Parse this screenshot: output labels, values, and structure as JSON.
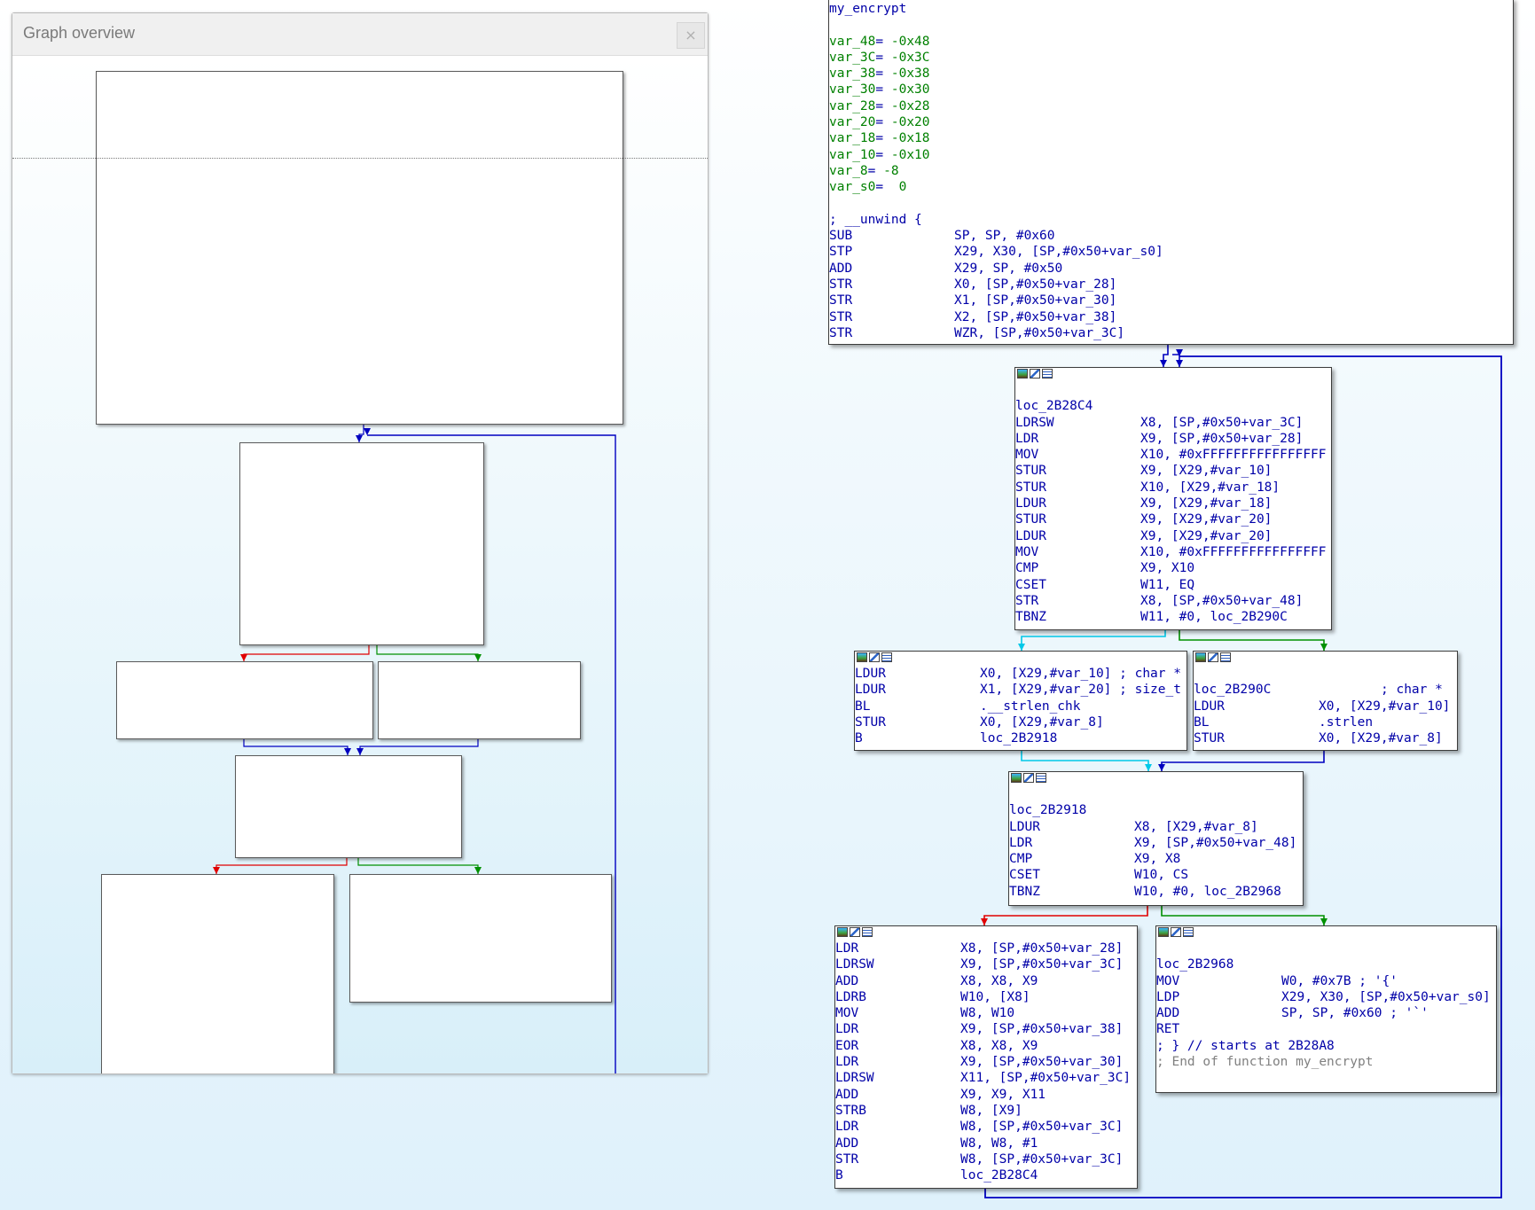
{
  "overview": {
    "title": "Graph overview",
    "close": "×"
  },
  "colors": {
    "branch_true": "#009000",
    "branch_false": "#e00000",
    "flow": "#0000c0",
    "jump": "#00c8e8"
  },
  "blocks": {
    "entry": {
      "func_name": "my_encrypt",
      "vars": [
        {
          "name": "var_48",
          "eq": "= ",
          "val": "-0x48"
        },
        {
          "name": "var_3C",
          "eq": "= ",
          "val": "-0x3C"
        },
        {
          "name": "var_38",
          "eq": "= ",
          "val": "-0x38"
        },
        {
          "name": "var_30",
          "eq": "= ",
          "val": "-0x30"
        },
        {
          "name": "var_28",
          "eq": "= ",
          "val": "-0x28"
        },
        {
          "name": "var_20",
          "eq": "= ",
          "val": "-0x20"
        },
        {
          "name": "var_18",
          "eq": "= ",
          "val": "-0x18"
        },
        {
          "name": "var_10",
          "eq": "= ",
          "val": "-0x10"
        },
        {
          "name": "var_8",
          "eq": "= ",
          "val": "-8"
        },
        {
          "name": "var_s0",
          "eq": "=  ",
          "val": "0"
        }
      ],
      "unwind": "; __unwind {",
      "lines": [
        {
          "m": "SUB",
          "o": "SP, SP, #0x60"
        },
        {
          "m": "STP",
          "o": "X29, X30, [SP,#0x50+var_s0]"
        },
        {
          "m": "ADD",
          "o": "X29, SP, #0x50"
        },
        {
          "m": "STR",
          "o": "X0, [SP,#0x50+var_28]"
        },
        {
          "m": "STR",
          "o": "X1, [SP,#0x50+var_30]"
        },
        {
          "m": "STR",
          "o": "X2, [SP,#0x50+var_38]"
        },
        {
          "m": "STR",
          "o": "WZR, [SP,#0x50+var_3C]"
        }
      ]
    },
    "loop": {
      "label": "loc_2B28C4",
      "lines": [
        {
          "m": "LDRSW",
          "o": "X8, [SP,#0x50+var_3C]"
        },
        {
          "m": "LDR",
          "o": "X9, [SP,#0x50+var_28]"
        },
        {
          "m": "MOV",
          "o": "X10, #0xFFFFFFFFFFFFFFFF"
        },
        {
          "m": "STUR",
          "o": "X9, [X29,#var_10]"
        },
        {
          "m": "STUR",
          "o": "X10, [X29,#var_18]"
        },
        {
          "m": "LDUR",
          "o": "X9, [X29,#var_18]"
        },
        {
          "m": "STUR",
          "o": "X9, [X29,#var_20]"
        },
        {
          "m": "LDUR",
          "o": "X9, [X29,#var_20]"
        },
        {
          "m": "MOV",
          "o": "X10, #0xFFFFFFFFFFFFFFFF"
        },
        {
          "m": "CMP",
          "o": "X9, X10"
        },
        {
          "m": "CSET",
          "o": "W11, EQ"
        },
        {
          "m": "STR",
          "o": "X8, [SP,#0x50+var_48]"
        },
        {
          "m": "TBNZ",
          "o": "W11, #0, loc_2B290C"
        }
      ]
    },
    "chk": {
      "lines": [
        {
          "m": "LDUR",
          "o": "X0, [X29,#var_10] ; char *"
        },
        {
          "m": "LDUR",
          "o": "X1, [X29,#var_20] ; size_t"
        },
        {
          "m": "BL",
          "o": ".__strlen_chk"
        },
        {
          "m": "STUR",
          "o": "X0, [X29,#var_8]"
        },
        {
          "m": "B",
          "o": "loc_2B2918"
        }
      ]
    },
    "strlen": {
      "label": "loc_2B290C",
      "label_comment": "; char *",
      "lines": [
        {
          "m": "LDUR",
          "o": "X0, [X29,#var_10]"
        },
        {
          "m": "BL",
          "o": ".strlen"
        },
        {
          "m": "STUR",
          "o": "X0, [X29,#var_8]"
        }
      ]
    },
    "cmp": {
      "label": "loc_2B2918",
      "lines": [
        {
          "m": "LDUR",
          "o": "X8, [X29,#var_8]"
        },
        {
          "m": "LDR",
          "o": "X9, [SP,#0x50+var_48]"
        },
        {
          "m": "CMP",
          "o": "X9, X8"
        },
        {
          "m": "CSET",
          "o": "W10, CS"
        },
        {
          "m": "TBNZ",
          "o": "W10, #0, loc_2B2968"
        }
      ]
    },
    "body": {
      "lines": [
        {
          "m": "LDR",
          "o": "X8, [SP,#0x50+var_28]"
        },
        {
          "m": "LDRSW",
          "o": "X9, [SP,#0x50+var_3C]"
        },
        {
          "m": "ADD",
          "o": "X8, X8, X9"
        },
        {
          "m": "LDRB",
          "o": "W10, [X8]"
        },
        {
          "m": "MOV",
          "o": "W8, W10"
        },
        {
          "m": "LDR",
          "o": "X9, [SP,#0x50+var_38]"
        },
        {
          "m": "EOR",
          "o": "X8, X8, X9"
        },
        {
          "m": "LDR",
          "o": "X9, [SP,#0x50+var_30]"
        },
        {
          "m": "LDRSW",
          "o": "X11, [SP,#0x50+var_3C]"
        },
        {
          "m": "ADD",
          "o": "X9, X9, X11"
        },
        {
          "m": "STRB",
          "o": "W8, [X9]"
        },
        {
          "m": "LDR",
          "o": "W8, [SP,#0x50+var_3C]"
        },
        {
          "m": "ADD",
          "o": "W8, W8, #1"
        },
        {
          "m": "STR",
          "o": "W8, [SP,#0x50+var_3C]"
        },
        {
          "m": "B",
          "o": "loc_2B28C4"
        }
      ]
    },
    "exit": {
      "label": "loc_2B2968",
      "lines": [
        {
          "m": "MOV",
          "o": "W0, #0x7B ; '{'"
        },
        {
          "m": "LDP",
          "o": "X29, X30, [SP,#0x50+var_s0]"
        },
        {
          "m": "ADD",
          "o": "SP, SP, #0x60 ; '`'"
        },
        {
          "m": "RET",
          "o": ""
        }
      ],
      "starts_at": "; } // starts at 2B28A8",
      "end_comment": "; End of function my_encrypt"
    }
  }
}
